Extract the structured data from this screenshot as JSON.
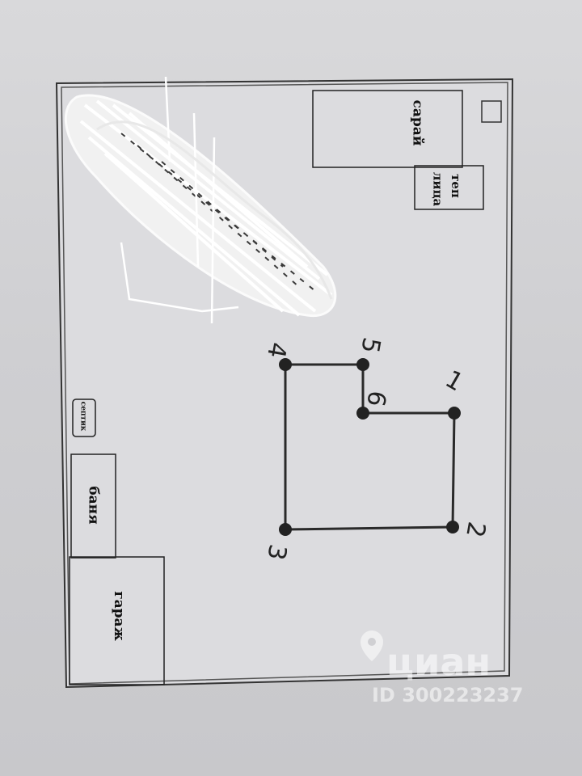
{
  "buildings": {
    "sarai": "сарай",
    "teplitsa_top": "теп",
    "teplitsa_bottom": "лица",
    "septik": "септик",
    "banya": "баня",
    "garazh": "гараж"
  },
  "points": [
    "1",
    "2",
    "3",
    "4",
    "5",
    "6"
  ],
  "watermark": {
    "brand": "циан",
    "id": "ID 300223237"
  }
}
